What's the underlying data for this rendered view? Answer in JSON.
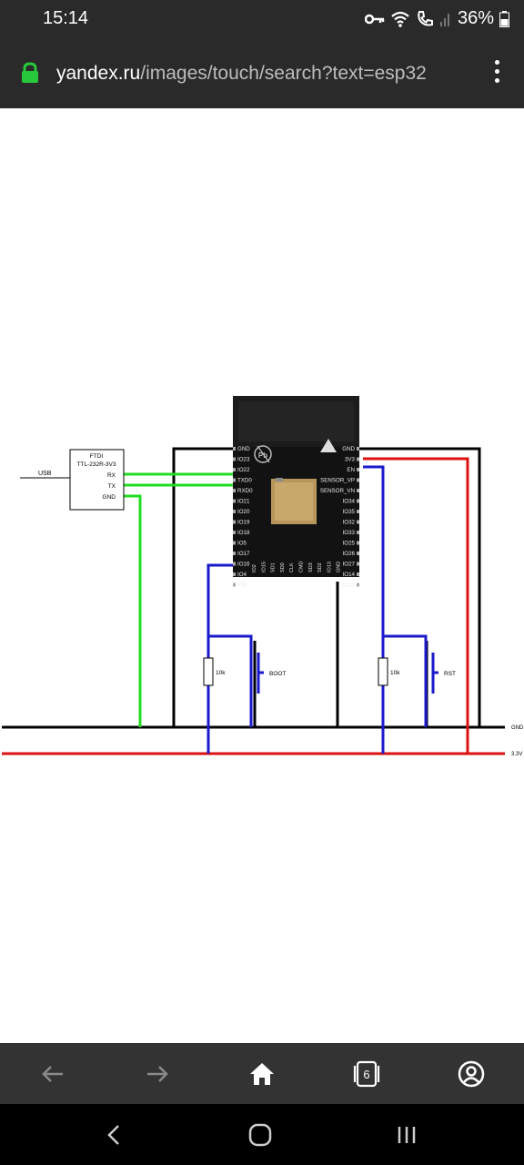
{
  "status_bar": {
    "time": "15:14",
    "battery": "36%"
  },
  "address_bar": {
    "url_host": "yandex.ru",
    "url_path": "/images/touch/search?text=esp32"
  },
  "schematic": {
    "module_pins_left": [
      "GND",
      "IO23",
      "IO22",
      "TXD0",
      "RXD0",
      "IO21",
      "IO20",
      "IO19",
      "IO18",
      "IO5",
      "IO17",
      "IO16",
      "IO4",
      "IO0"
    ],
    "module_pins_right": [
      "GND",
      "3V3",
      "EN",
      "SENSOR_VP",
      "SENSOR_VN",
      "IO34",
      "IO35",
      "IO32",
      "IO33",
      "IO25",
      "IO26",
      "IO27",
      "IO14",
      "IO12"
    ],
    "module_pins_bottom": [
      "IO2",
      "IO15",
      "SD1",
      "SD0",
      "CLK",
      "CMD",
      "SD3",
      "SD2",
      "IO13",
      "GND"
    ],
    "ftdi_title": "FTDI",
    "ftdi_model": "TTL-232R-3V3",
    "ftdi_pins": [
      "RX",
      "TX",
      "GND"
    ],
    "usb_label": "USB",
    "resistor_left": "10k",
    "resistor_right": "10k",
    "button_left": "BOOT",
    "button_right": "RST",
    "rail_gnd": "GND",
    "rail_3v3": "3.3V"
  },
  "toolbar": {
    "tabs_count": "6"
  },
  "colors": {
    "wire_green": "#22dd22",
    "wire_blue": "#1a1acc",
    "wire_red": "#dd1111",
    "wire_black": "#000000",
    "chrome": "#2a2a2a"
  },
  "icons": [
    "key-icon",
    "wifi-icon",
    "call-icon",
    "signal-icon",
    "battery-icon",
    "lock-icon",
    "more-icon",
    "back-icon",
    "forward-icon",
    "home-icon",
    "tabs-icon",
    "profile-icon"
  ]
}
